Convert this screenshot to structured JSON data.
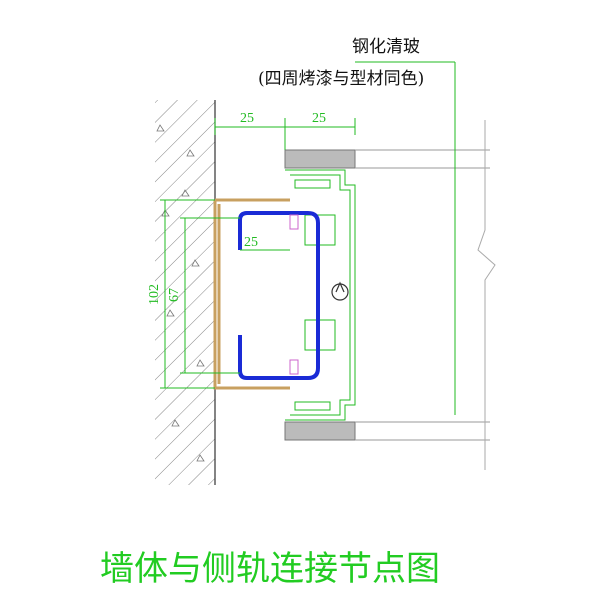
{
  "annotation": {
    "line1": "钢化清玻",
    "line2": "(四周烤漆与型材同色)"
  },
  "dimensions": {
    "top_left": "25",
    "top_right": "25",
    "inner": "25",
    "overall_height": "102",
    "inner_height": "67"
  },
  "caption": "墙体与侧轨连接节点图",
  "colors": {
    "wall_hatch": "#555555",
    "dimension": "#22bb22",
    "channel": "#1a2bd6",
    "frame_profile": "#22bb22",
    "bracket": "#c8a060",
    "glass_edge": "#888888",
    "fastener": "#cc66cc",
    "caption": "#22cc22"
  }
}
